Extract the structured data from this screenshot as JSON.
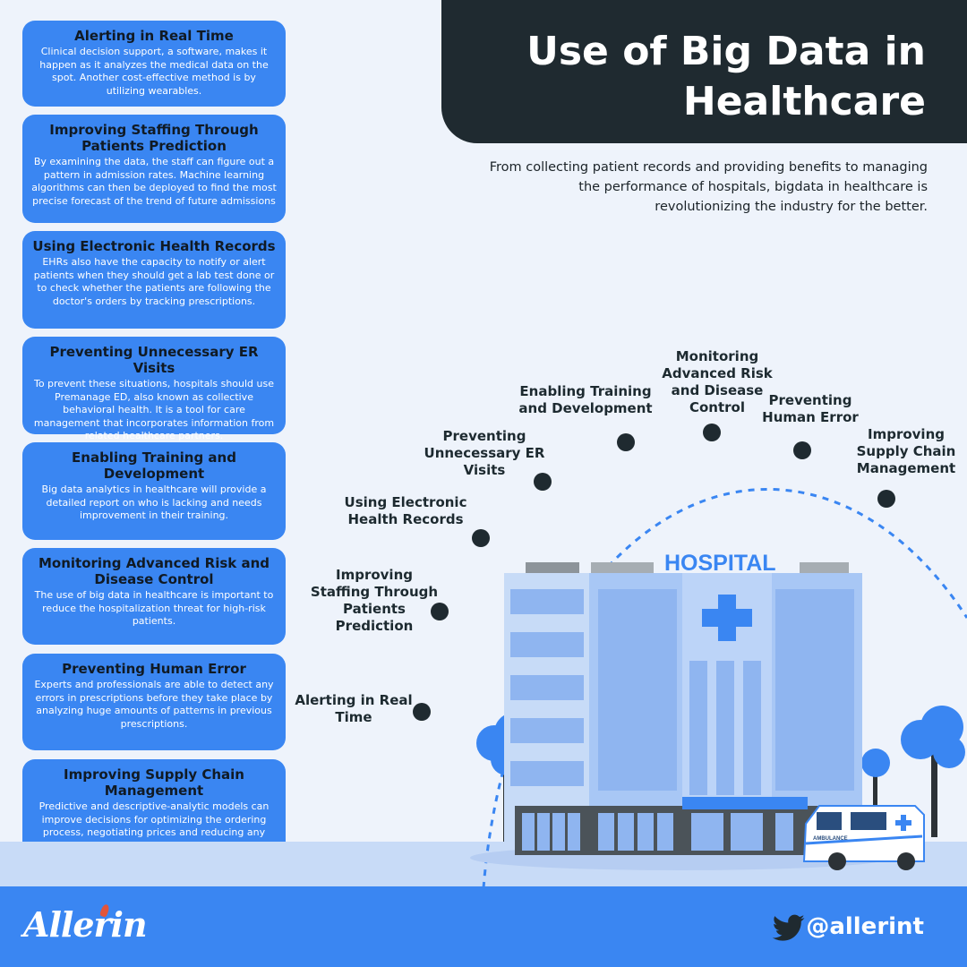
{
  "header": {
    "title": "Use of Big Data in Healthcare",
    "intro": "From collecting patient records and providing benefits to managing the performance of hospitals, bigdata in healthcare is revolutionizing the industry for the better."
  },
  "cards": [
    {
      "title": "Alerting in Real Time",
      "body": "Clinical decision support, a software, makes it happen as it analyzes the medical data on the spot. Another cost-effective method is by utilizing wearables."
    },
    {
      "title": "Improving Staffing Through Patients Prediction",
      "body": "By examining the data, the staff can figure out a pattern in admission rates. Machine learning algorithms can then be deployed to find the most precise forecast of the trend of future admissions"
    },
    {
      "title": "Using Electronic Health Records",
      "body": "EHRs also have the capacity to notify or alert patients when they should get a lab test done or to check whether the patients are following the doctor's orders by tracking prescriptions."
    },
    {
      "title": "Preventing Unnecessary ER Visits",
      "body": "To prevent these situations, hospitals should use Premanage ED, also known as collective behavioral health. It is a tool for care management that incorporates information from related healthcare partners."
    },
    {
      "title": "Enabling Training and Development",
      "body": "Big data analytics in healthcare will provide a detailed report on who is lacking and needs improvement in their training."
    },
    {
      "title": "Monitoring Advanced Risk and Disease Control",
      "body": "The use of big data in healthcare is important to reduce the hospitalization threat for high-risk patients."
    },
    {
      "title": "Preventing Human Error",
      "body": "Experts and professionals are able to detect any errors in prescriptions before they take place by analyzing huge amounts of patterns in previous prescriptions."
    },
    {
      "title": "Improving Supply Chain Management",
      "body": "Predictive and descriptive-analytic models can improve decisions for optimizing the ordering process, negotiating prices and reducing any variations in supply."
    }
  ],
  "arc_labels": [
    "Alerting in Real Time",
    "Improving Staffing Through Patients Prediction",
    "Using Electronic Health Records",
    "Preventing Unnecessary ER Visits",
    "Enabling Training and Development",
    "Monitoring Advanced Risk and Disease Control",
    "Preventing Human Error",
    "Improving Supply Chain Management"
  ],
  "illustration": {
    "hospital_sign": "HOSPITAL",
    "ambulance_text": "AMBULANCE"
  },
  "footer": {
    "logo": "Allerin",
    "handle": "@allerint"
  },
  "colors": {
    "accent": "#3a86f2",
    "dark": "#1f2a30",
    "background": "#eef3fb"
  }
}
